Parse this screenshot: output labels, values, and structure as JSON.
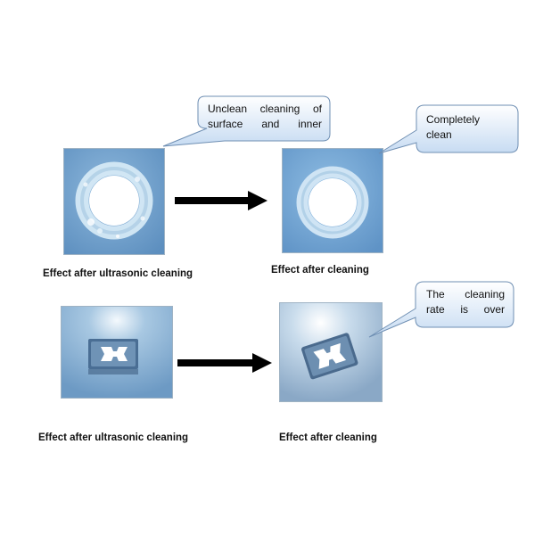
{
  "captions": {
    "top_left": "Effect after ultrasonic cleaning",
    "top_right": "Effect after cleaning",
    "bottom_left": "Effect after ultrasonic cleaning",
    "bottom_right": "Effect after cleaning"
  },
  "callouts": {
    "top_left_line1": "Unclean cleaning of",
    "top_left_line2": "surface and inner",
    "top_right_line1": "Completely",
    "top_right_line2": "clean",
    "bottom_right_line1": "The cleaning",
    "bottom_right_line2": "rate is over"
  },
  "colors": {
    "callout_fill_top": "#ffffff",
    "callout_fill_bottom": "#c6dbf2",
    "callout_border": "#6f8fb3",
    "arrow": "#000000",
    "photo_bg": "#7ea9cf"
  },
  "icons": {
    "arrows": "right-arrow-icon",
    "photos": "microscope-photo"
  }
}
